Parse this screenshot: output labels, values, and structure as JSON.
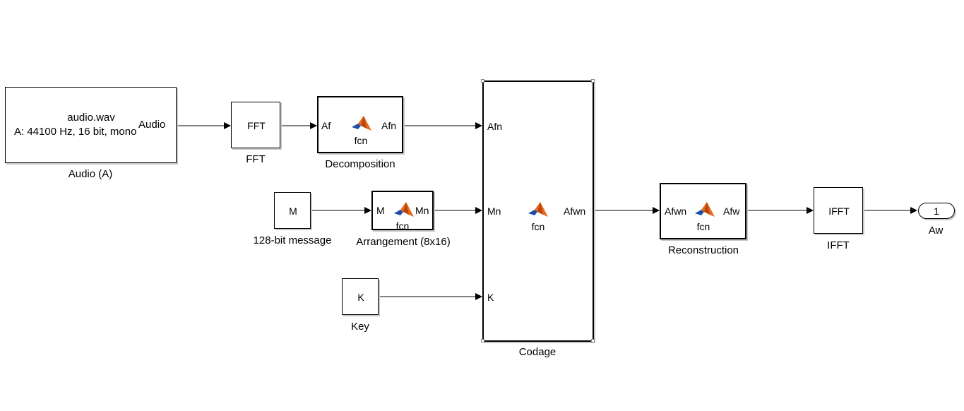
{
  "blocks": {
    "audio": {
      "line1": "audio.wav",
      "line2": "A: 44100 Hz, 16 bit, mono",
      "port_out": "Audio",
      "label": "Audio (A)"
    },
    "fft": {
      "text": "FFT",
      "label": "FFT"
    },
    "decomposition": {
      "port_in": "Af",
      "port_out": "Afn",
      "fcn": "fcn",
      "label": "Decomposition"
    },
    "message": {
      "text": "M",
      "label": "128-bit message"
    },
    "arrangement": {
      "port_in": "M",
      "port_out": "Mn",
      "fcn": "fcn",
      "label": "Arrangement (8x16)"
    },
    "key": {
      "text": "K",
      "label": "Key"
    },
    "codage": {
      "port_in_1": "Afn",
      "port_in_2": "Mn",
      "port_in_3": "K",
      "port_out": "Afwn",
      "fcn": "fcn",
      "label": "Codage"
    },
    "reconstruction": {
      "port_in": "Afwn",
      "port_out": "Afw",
      "fcn": "fcn",
      "label": "Reconstruction"
    },
    "ifft": {
      "text": "IFFT",
      "label": "IFFT"
    },
    "outport": {
      "number": "1",
      "label": "Aw"
    }
  },
  "colors": {
    "wire": "#000000",
    "block_border": "#000000",
    "shadow": "#c8c8c8",
    "matlab_logo_orange": "#e86a1a",
    "matlab_logo_blue": "#1f4ea6"
  },
  "icons": {
    "fcn_block_icon": "matlab-logo-icon"
  }
}
